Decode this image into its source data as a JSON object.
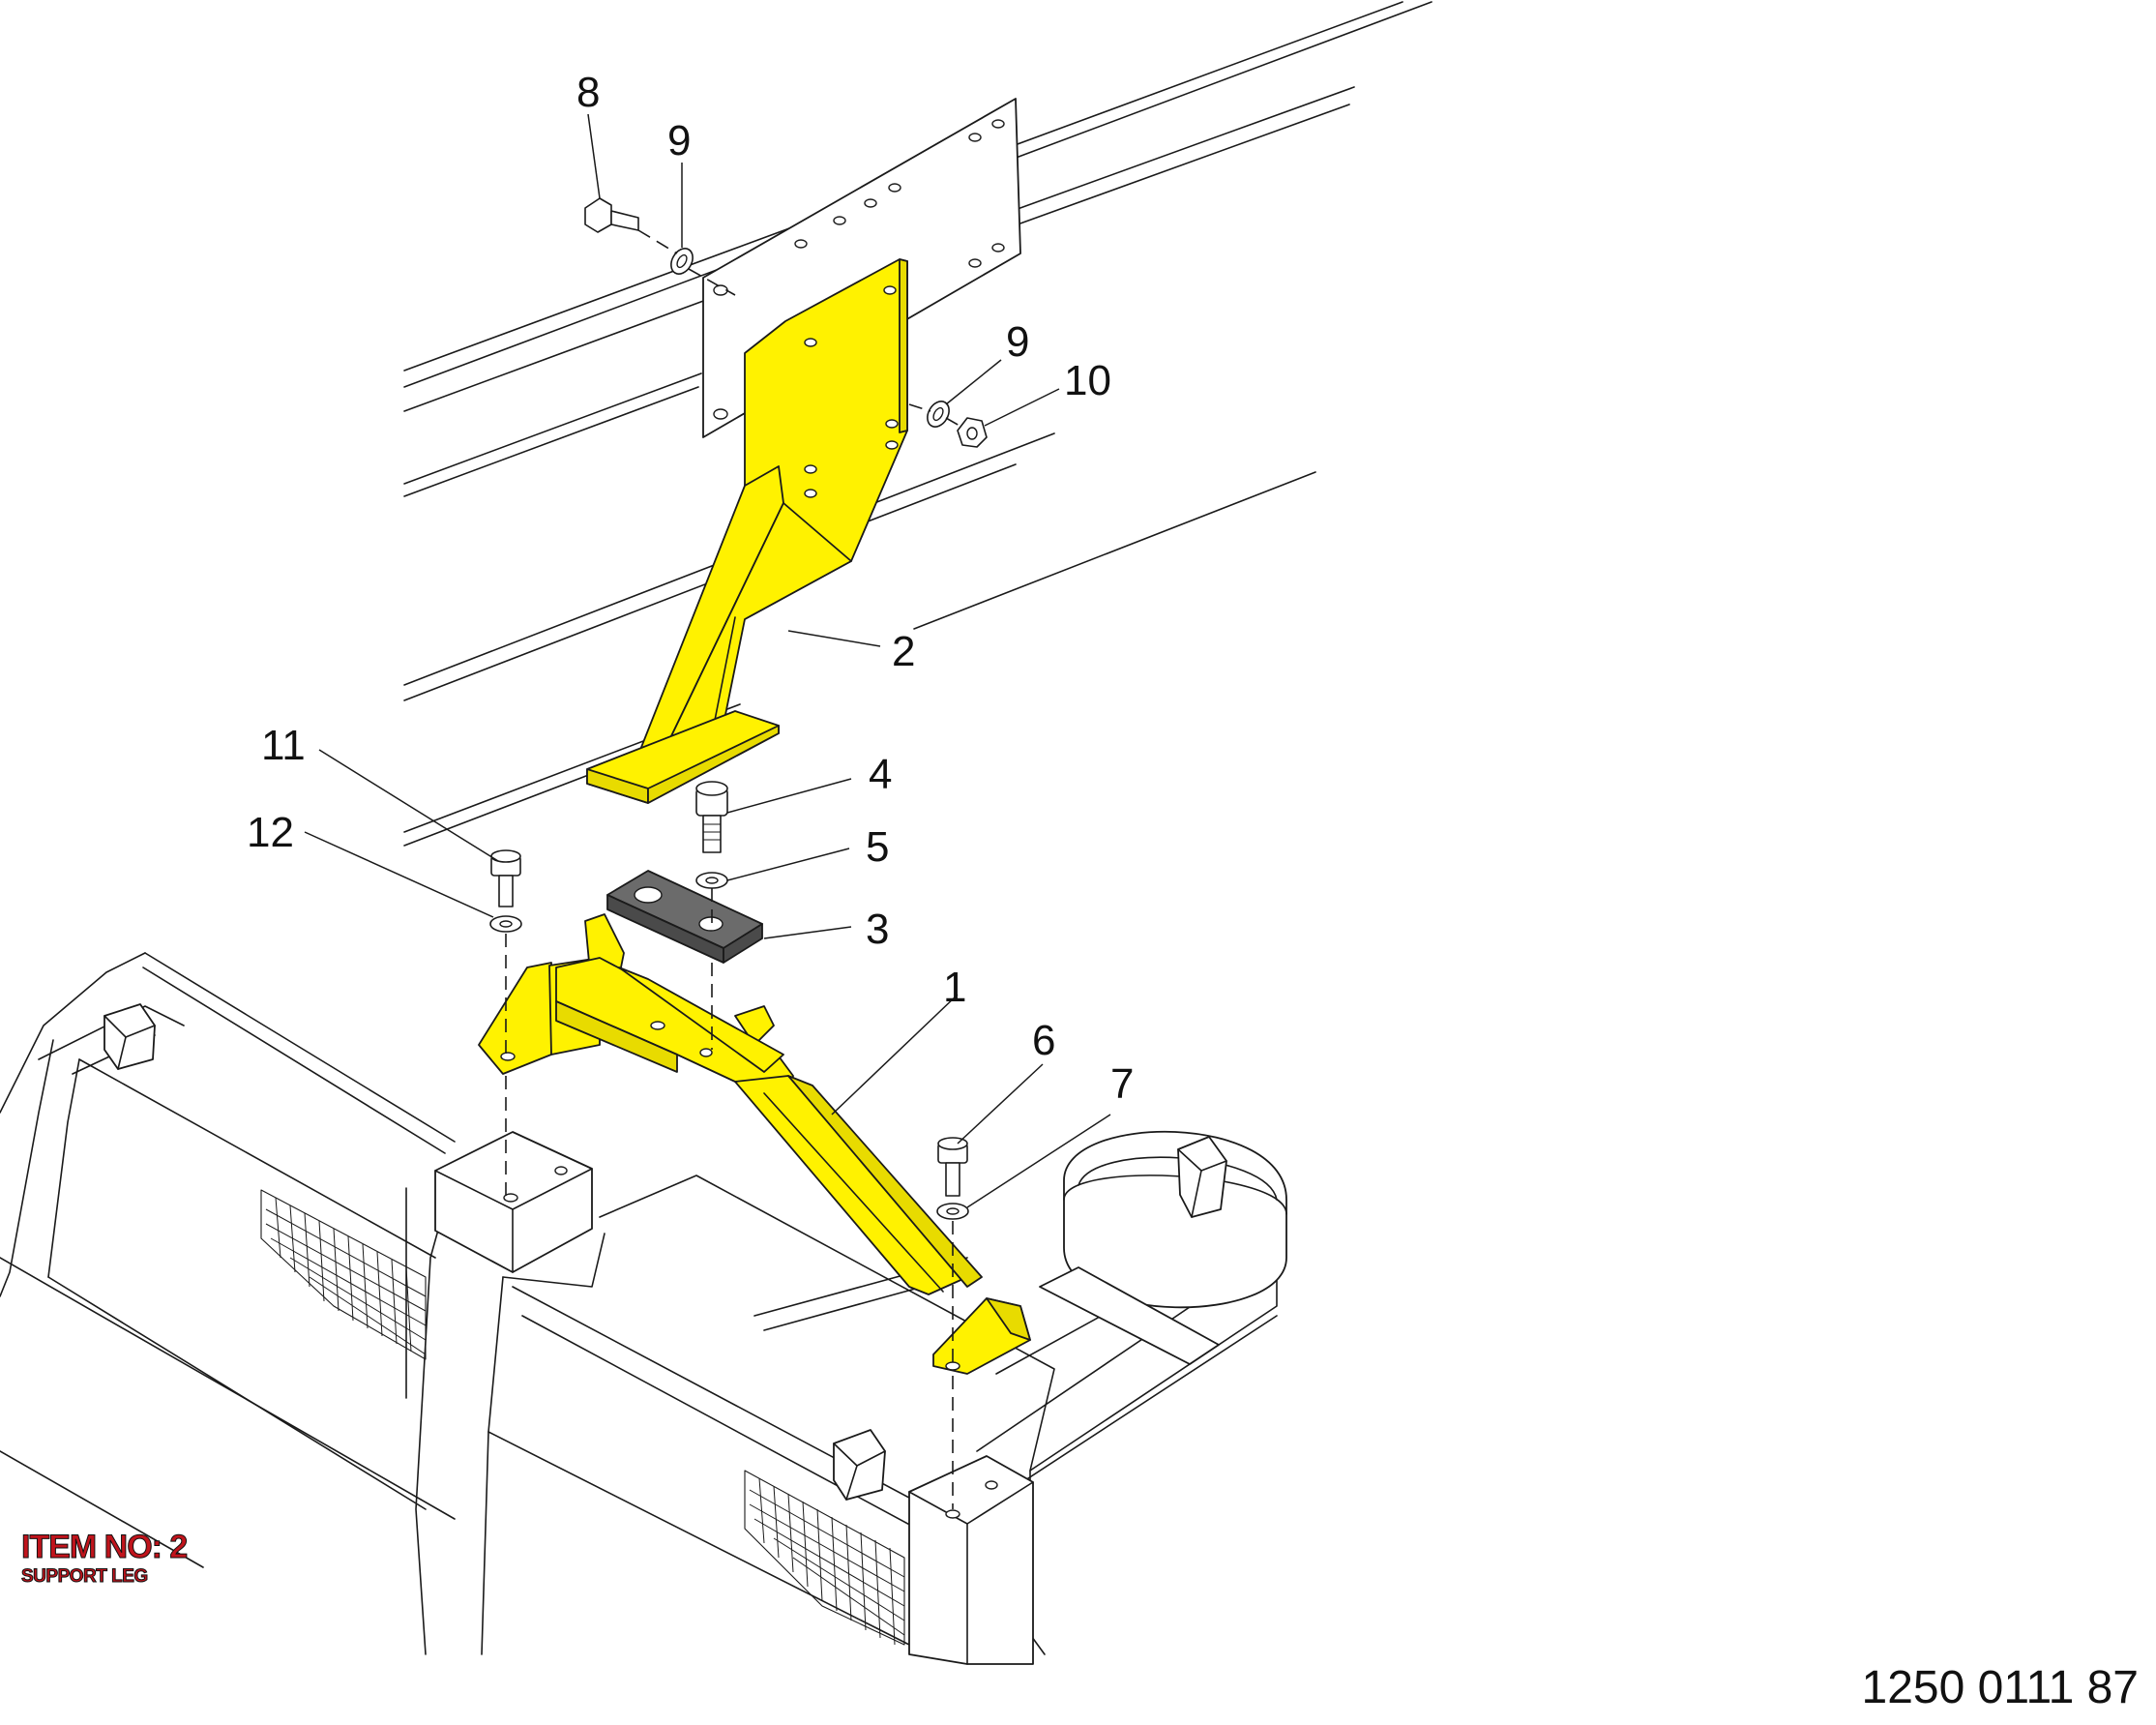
{
  "item": {
    "title": "ITEM NO: 2",
    "subtitle": "SUPPORT LEG"
  },
  "drawing_number": "1250 0111 87",
  "callouts": [
    "8",
    "9",
    "9",
    "10",
    "2",
    "11",
    "4",
    "12",
    "5",
    "3",
    "1",
    "6",
    "7"
  ],
  "colors": {
    "highlight": "#fff200",
    "label": "#c0141c",
    "spacer": "#4a4a4a",
    "line": "#1a1a1a"
  }
}
